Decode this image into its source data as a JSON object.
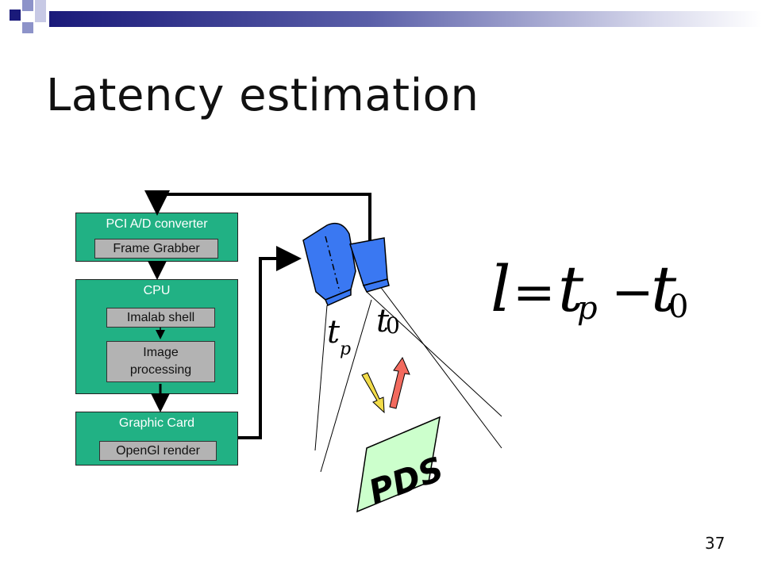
{
  "slide": {
    "title": "Latency estimation",
    "page_number": "37"
  },
  "blocks": {
    "pci": {
      "label": "PCI A/D converter",
      "inner": "Frame Grabber"
    },
    "cpu": {
      "label": "CPU",
      "inner1": "Imalab shell",
      "inner2_line1": "Image",
      "inner2_line2": "processing"
    },
    "gpu": {
      "label": "Graphic Card",
      "inner": "OpenGl render"
    }
  },
  "equations": {
    "main_l": "l",
    "main_eq": "=",
    "main_t": "t",
    "main_p": "p",
    "main_minus": "−",
    "main_t2": "t",
    "main_0": "0",
    "tp_t": "t",
    "tp_p": "p",
    "t0_t": "t",
    "t0_0": "0"
  },
  "screen_text": "PDS",
  "colors": {
    "block_green": "#21b184",
    "inner_gray": "#b3b3b3",
    "camera_blue": "#3a78f2",
    "screen_green": "#ccffcc",
    "arrow_red": "#f26a5e",
    "arrow_yellow": "#f2dc4a"
  }
}
